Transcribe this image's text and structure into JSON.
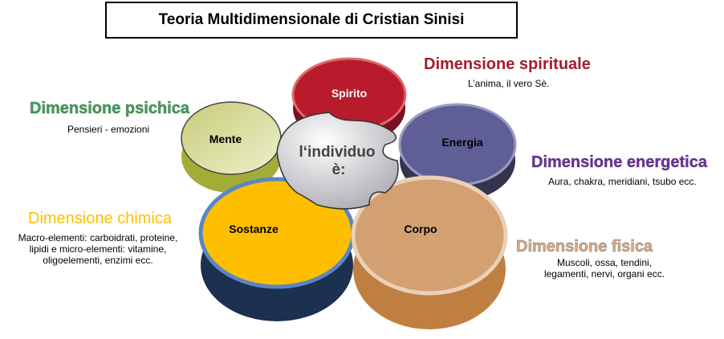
{
  "title": "Teoria Multidimensionale di Cristian Sinisi",
  "center": {
    "line1": "l‘individuo",
    "line2": "è:"
  },
  "pieces": {
    "spirito": {
      "label": "Spirito",
      "color": "#b81c2c"
    },
    "mente": {
      "label": "Mente",
      "color": "#d4d98f"
    },
    "energia": {
      "label": "Energia",
      "color": "#5f5f95"
    },
    "sostanze": {
      "label": "Sostanze",
      "color": "#fdbf00"
    },
    "corpo": {
      "label": "Corpo",
      "color": "#d3a072"
    }
  },
  "dimensions": {
    "spirituale": {
      "title": "Dimensione spirituale",
      "subtitle": "L’anima, il vero Sè.",
      "color": "#a51c2c"
    },
    "psichica": {
      "title": "Dimensione  psichica",
      "subtitle": "Pensieri - emozioni",
      "color": "#3fa55a"
    },
    "energetica": {
      "title": "Dimensione energetica",
      "subtitle": "Aura, chakra, meridiani, tsubo ecc.",
      "color": "#7030a0"
    },
    "chimica": {
      "title": "Dimensione chimica",
      "lines": [
        "Macro-elementi: carboidrati, proteine,",
        "lipidi e micro-elementi: vitamine,",
        "oligoelementi, enzimi ecc."
      ],
      "color": "#ffc000"
    },
    "fisica": {
      "title": "Dimensione fisica",
      "lines": [
        "Muscoli, ossa, tendini,",
        "legamenti, nervi, organi ecc."
      ],
      "color": "#dcae88"
    }
  }
}
